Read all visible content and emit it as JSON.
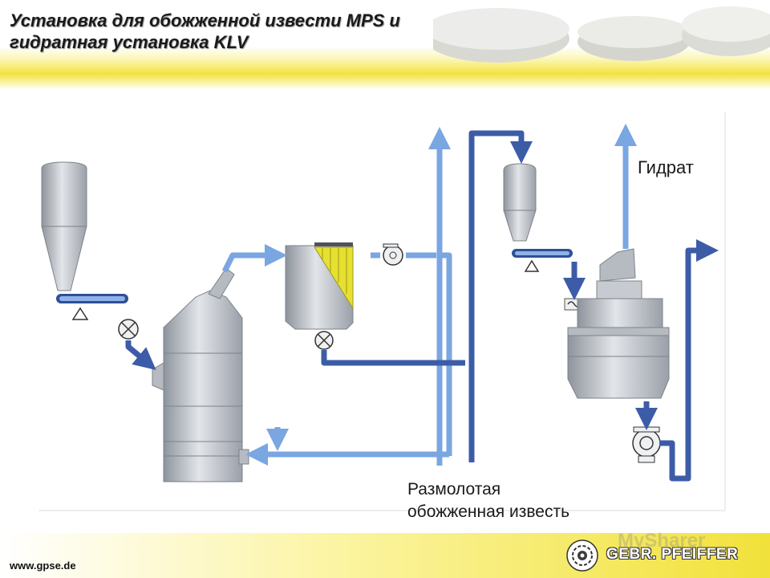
{
  "header": {
    "title_line1": "Установка для обожженной извести MPS и",
    "title_line2": "гидратная установка KLV"
  },
  "labels": {
    "hydrate": "Гидрат",
    "ground_line1": "Размолотая",
    "ground_line2": "обожженная известь"
  },
  "footer": {
    "url": "www.gpse.de",
    "brand": "GEBR. PFEIFFER",
    "watermark": "MySharer"
  },
  "colors": {
    "pipe_light": "#7aa6e2",
    "pipe_dark": "#3d5ca8",
    "equipment": "#c2c6cc",
    "filter": "#e8e030",
    "accent": "#f2e13a"
  }
}
